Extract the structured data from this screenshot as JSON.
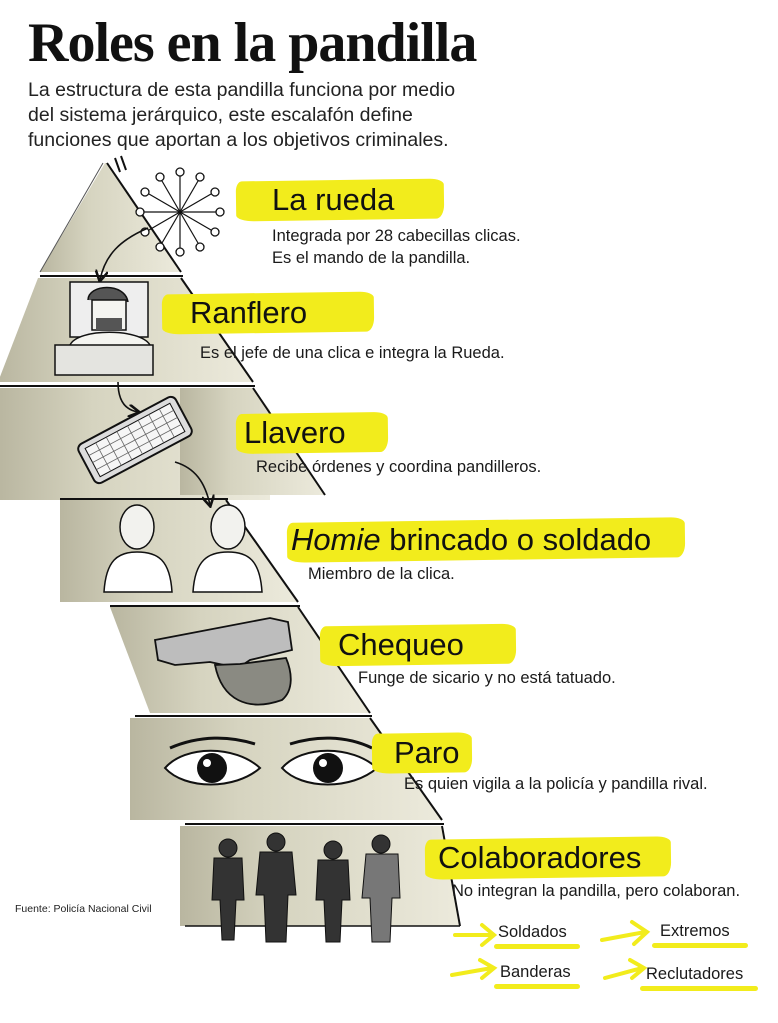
{
  "header": {
    "title": "Roles en la pandilla",
    "subtitle_lines": [
      "La estructura de esta pandilla funciona por medio",
      "del sistema jerárquico, este escalafón define",
      "funciones que aportan a los objetivos criminales."
    ]
  },
  "roles": [
    {
      "name": "La rueda",
      "description": [
        "Integrada por 28 cabecillas clicas.",
        "Es el mando de la pandilla."
      ],
      "icon": "wheel-icon"
    },
    {
      "name": "Ranflero",
      "description": [
        "Es el jefe de una clica e integra la Rueda."
      ],
      "icon": "boss-icon"
    },
    {
      "name": "Llavero",
      "description": [
        "Recibe órdenes y coordina pandilleros."
      ],
      "icon": "phone-icon"
    },
    {
      "name_italic": "Homie",
      "name_rest": " brincado o soldado",
      "description": [
        "Miembro de la clica."
      ],
      "icon": "soldiers-icon"
    },
    {
      "name": "Chequeo",
      "description": [
        "Funge de sicario y no está tatuado."
      ],
      "icon": "gun-icon"
    },
    {
      "name": "Paro",
      "description": [
        "Es quien vigila a la policía y pandilla rival."
      ],
      "icon": "eyes-icon"
    },
    {
      "name": "Colaboradores",
      "description": [
        "No integran la pandilla, pero colaboran."
      ],
      "icon": "people-icon"
    }
  ],
  "collaborator_types": [
    "Soldados",
    "Extremos",
    "Banderas",
    "Reclutadores"
  ],
  "source": "Fuente: Policía Nacional Civil",
  "colors": {
    "highlight": "#f2ec1c",
    "pyramid_fill": "#d8d6c0",
    "outline": "#1a1a1a"
  }
}
